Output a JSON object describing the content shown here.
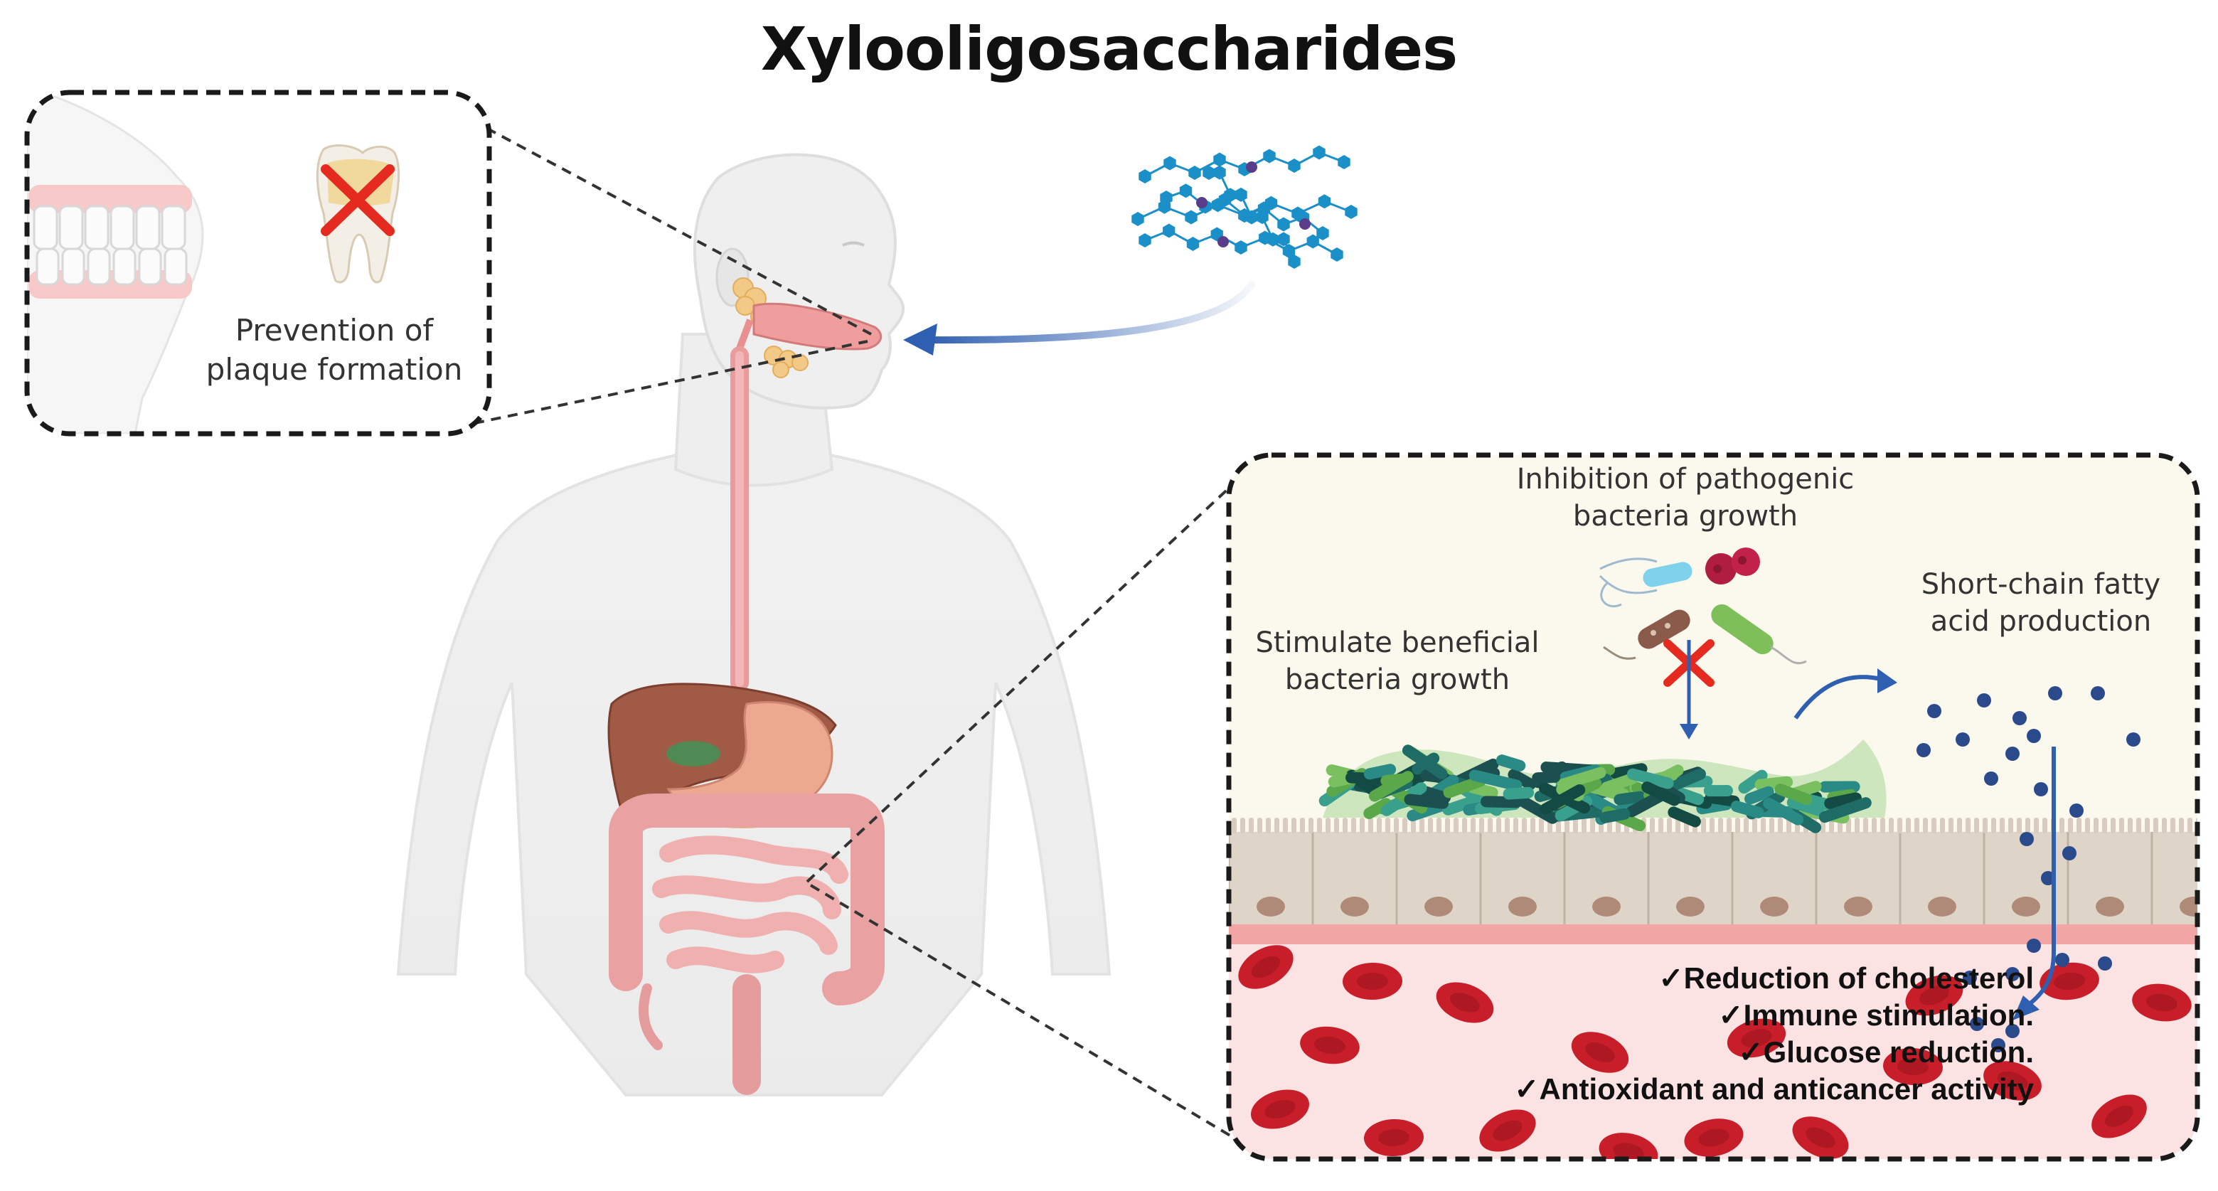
{
  "title": "Xylooligosaccharides",
  "oral_callout": {
    "label_lines": [
      "Prevention of",
      "plaque formation"
    ]
  },
  "gut_callout": {
    "pathogen_label_lines": [
      "Inhibition of pathogenic",
      "bacteria growth"
    ],
    "beneficial_label_lines": [
      "Stimulate beneficial",
      "bacteria growth"
    ],
    "scfa_label_lines": [
      "Short-chain fatty",
      "acid production"
    ],
    "benefits": [
      "✓Reduction of cholesterol",
      "✓Immune stimulation.",
      "✓Glucose reduction.",
      "✓Antioxidant and anticancer activity"
    ]
  },
  "colors": {
    "arrow_blue": "#2f5fb0",
    "xos_blue": "#1a8fc8",
    "inhibit_red": "#e52a1f",
    "blood_cell": "#c81e2a",
    "blood_plasma": "#fbe3e3",
    "lumen": "#fbf8ee",
    "epithelium": "#ded4c8",
    "scfa_dot": "#2a4a8c"
  }
}
